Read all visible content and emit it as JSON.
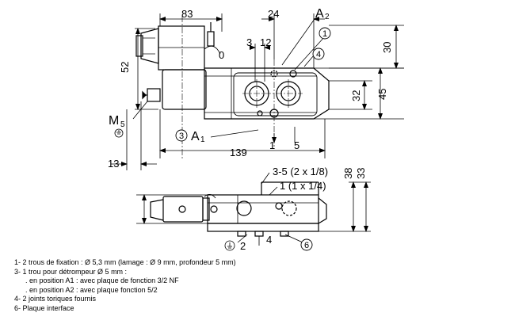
{
  "dimensions": {
    "d83": "83",
    "d24": "24",
    "d30": "30",
    "d52": "52",
    "d3": "3",
    "d12": "12",
    "d0": "0",
    "d32": "32",
    "d45": "45",
    "d139": "139",
    "d5": "5",
    "d1": "1",
    "d13": "13",
    "d38": "38",
    "d33": "33",
    "d2": "2",
    "d4": "4"
  },
  "labels": {
    "a2_main": "A",
    "a2_sub": "2",
    "a1_main": "A",
    "a1_sub": "1",
    "m5_main": "M",
    "m5_sub": "5",
    "port_35": "3-5 (2 x 1/8)",
    "port_1": "1 (1 x 1/4)"
  },
  "callouts": {
    "c1": "1",
    "c3": "3",
    "c4": "4",
    "c6": "6"
  },
  "notes": [
    "1- 2 trous de fixation : Ø 5,3 mm (lamage : Ø 9 mm, profondeur 5 mm)",
    "3- 1 trou pour détrompeur Ø 5 mm :",
    ". en position A1 : avec plaque de fonction 3/2 NF",
    ". en position A2 : avec plaque fonction 5/2",
    "4- 2 joints toriques fournis",
    "6- Plaque interface"
  ]
}
